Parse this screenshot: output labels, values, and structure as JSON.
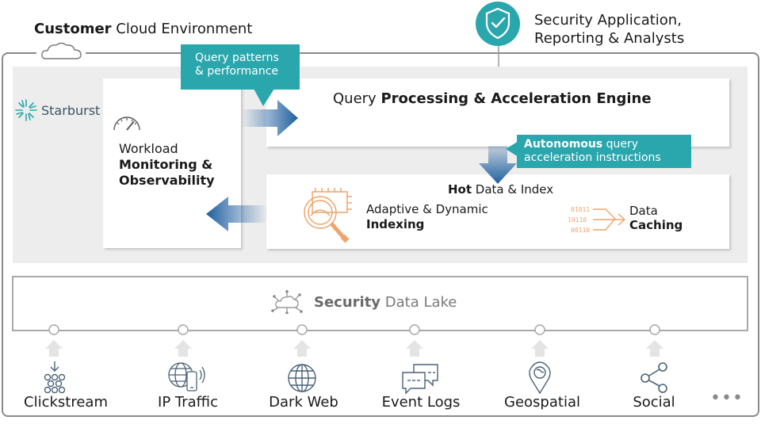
{
  "customer_env": {
    "bold": "Customer",
    "rest": " Cloud Environment"
  },
  "security_app": {
    "line1": "Security Application,",
    "line2": "Reporting & Analysts"
  },
  "starburst": {
    "label": "Starburst"
  },
  "workload": {
    "line1": "Workload",
    "line2": "Monitoring &",
    "line3": "Observability"
  },
  "callouts": {
    "query_patterns": {
      "line1": "Query patterns",
      "line2": "& performance"
    },
    "autonomous": {
      "bold": "Autonomous",
      "rest": " query",
      "line2": "acceleration instructions"
    }
  },
  "qpe": {
    "prefix": "Query ",
    "bold": "Processing & Acceleration Engine"
  },
  "hot": {
    "bold": "Hot",
    "rest": " Data & Index"
  },
  "indexing": {
    "line1": "Adaptive & Dynamic",
    "line2": "Indexing"
  },
  "caching": {
    "line1": "Data",
    "line2": "Caching",
    "bits": [
      "01011",
      "10110",
      "00110"
    ]
  },
  "lake": {
    "bold": "Security",
    "rest": " Data Lake"
  },
  "sources": [
    {
      "label": "Clickstream",
      "icon": "clickstream-icon"
    },
    {
      "label": "IP Traffic",
      "icon": "ip-traffic-icon"
    },
    {
      "label": "Dark Web",
      "icon": "globe-icon"
    },
    {
      "label": "Event Logs",
      "icon": "chat-bubbles-icon"
    },
    {
      "label": "Geospatial",
      "icon": "map-pin-icon"
    },
    {
      "label": "Social",
      "icon": "share-icon"
    }
  ],
  "more": "•••",
  "colors": {
    "teal": "#2aa6ad",
    "blue_arrow": "#1f5f9e",
    "orange_icon": "#f0a36a",
    "frame": "#8a8a8a"
  }
}
